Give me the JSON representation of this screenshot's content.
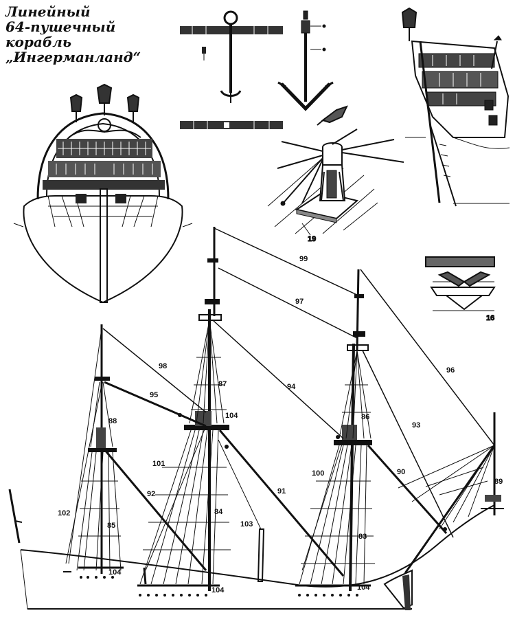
{
  "title": {
    "line1": "Линейный",
    "line2": "64-пушечный",
    "line3": "корабль",
    "line4": "„Ингерманланд“"
  },
  "callouts": {
    "c19": "19",
    "c16": "16",
    "c99": "99",
    "c97": "97",
    "c96": "96",
    "c98": "98",
    "c95": "95",
    "c94": "94",
    "c93": "93",
    "c87": "87",
    "c86": "86",
    "c88": "88",
    "c104a": "104",
    "c104b": "104",
    "c104c": "104",
    "c104d": "104",
    "c101": "101",
    "c100": "100",
    "c90": "90",
    "c89": "89",
    "c92": "92",
    "c91": "91",
    "c84": "84",
    "c83": "83",
    "c85": "85",
    "c102": "102",
    "c103": "103"
  }
}
